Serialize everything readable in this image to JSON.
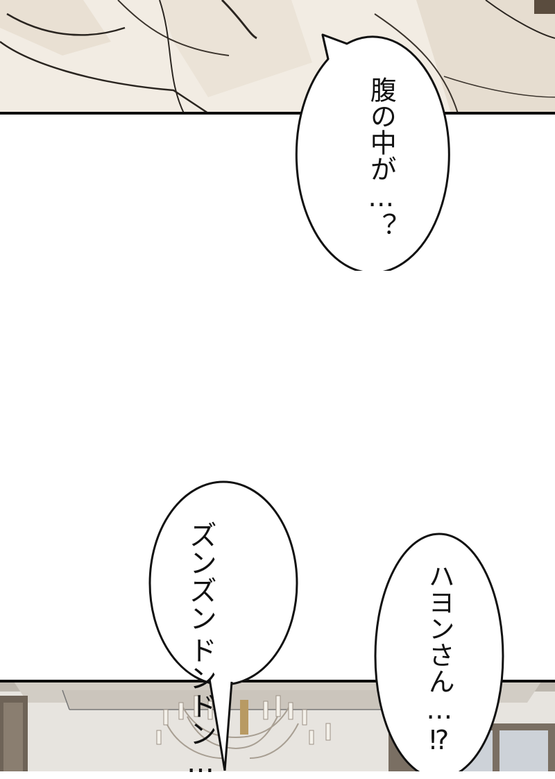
{
  "bubbles": [
    {
      "id": "bubble-1",
      "text": "腹の中が…？"
    },
    {
      "id": "bubble-2",
      "line1": "ズンズン",
      "line2": "ドンドン…"
    },
    {
      "id": "bubble-3",
      "text": "ハヨンさん…⁉"
    }
  ],
  "colors": {
    "ink": "#111111",
    "gutter": "#0b0b0b",
    "top_panel": "#f2ece3",
    "bottom_panel": "#e7e4df",
    "background": "#ffffff"
  }
}
